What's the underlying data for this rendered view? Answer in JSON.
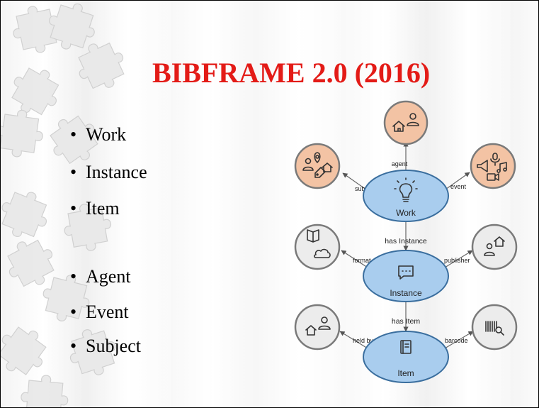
{
  "slide": {
    "title": "BIBFRAME 2.0 (2016)",
    "bullets": [
      "Work",
      "Instance",
      "Item",
      "Agent",
      "Event",
      "Subject"
    ]
  },
  "diagram": {
    "colors": {
      "core_fill": "#a9cdee",
      "core_stroke": "#3a6e9e",
      "related_orange": "#f3c3a4",
      "related_gray": "#ececec",
      "ring_stroke": "#7a7a7a",
      "icon": "#333333"
    },
    "core_nodes": {
      "work": "Work",
      "instance": "Instance",
      "item": "Item"
    },
    "core_links": {
      "work_instance": "has Instance",
      "instance_item": "has Item"
    },
    "related_links": {
      "agent": "agent",
      "subject": "subject",
      "event": "event",
      "format": "format",
      "publisher": "publisher",
      "held_by": "held by",
      "barcode": "barcode"
    },
    "icons": {
      "agent": [
        "house-icon",
        "person-icon"
      ],
      "subject": [
        "person-icon",
        "location-pin-icon",
        "house-icon",
        "tag-icon"
      ],
      "event": [
        "megaphone-icon",
        "microphone-icon",
        "music-note-icon",
        "video-icon"
      ],
      "work": "lightbulb-icon",
      "format": [
        "book-icon",
        "cloud-icon"
      ],
      "instance": "chat-bubble-icon",
      "publisher": [
        "house-icon",
        "person-icon"
      ],
      "held_by": [
        "house-icon",
        "person-icon"
      ],
      "item": "notebook-icon",
      "barcode": "barcode-scan-icon"
    }
  }
}
